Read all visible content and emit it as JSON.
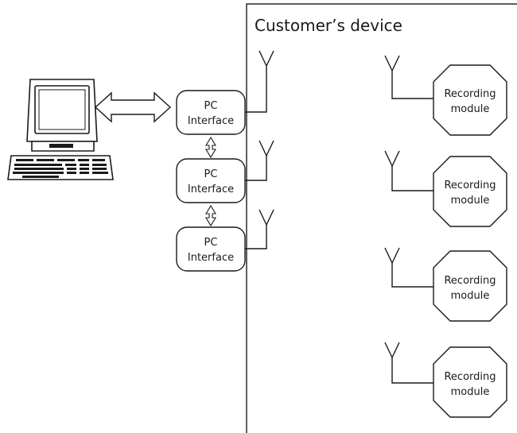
{
  "diagram": {
    "region_title": "Customer’s device",
    "pc_interfaces": [
      {
        "line1": "PC",
        "line2": "Interface"
      },
      {
        "line1": "PC",
        "line2": "Interface"
      },
      {
        "line1": "PC",
        "line2": "Interface"
      }
    ],
    "recording_modules": [
      {
        "line1": "Recording",
        "line2": "module"
      },
      {
        "line1": "Recording",
        "line2": "module"
      },
      {
        "line1": "Recording",
        "line2": "module"
      },
      {
        "line1": "Recording",
        "line2": "module"
      }
    ]
  }
}
